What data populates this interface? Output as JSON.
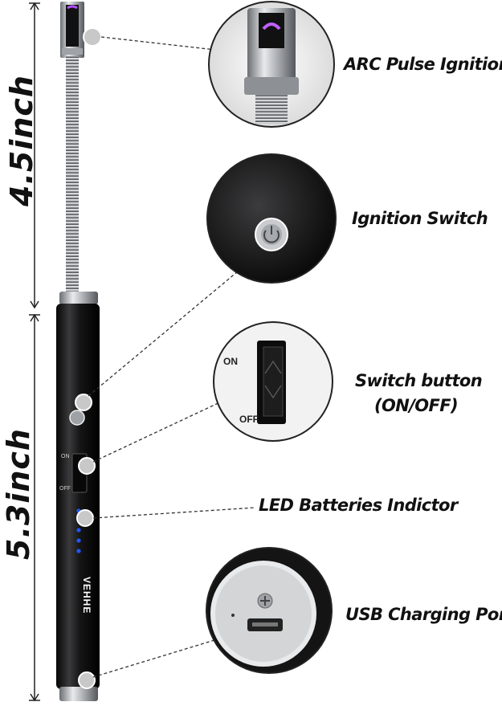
{
  "dimensions": {
    "top_length": "4.5inch",
    "bottom_length": "5.3inch"
  },
  "callouts": {
    "arc_ignition": "ARC Pulse Ignition",
    "ignition_switch": "Ignition Switch",
    "switch_button_line1": "Switch button",
    "switch_button_line2": "(ON/OFF)",
    "led_indicator": "LED Batteries Indictor",
    "usb_port": "USB Charging Port"
  },
  "device": {
    "brand": "VEHHE",
    "switch_on": "ON",
    "switch_off": "OFF",
    "led_count": 5
  },
  "colors": {
    "body": "#151515",
    "metal": "#b9bcc0",
    "led": "#1f57ff",
    "arc": "#a040e0"
  }
}
